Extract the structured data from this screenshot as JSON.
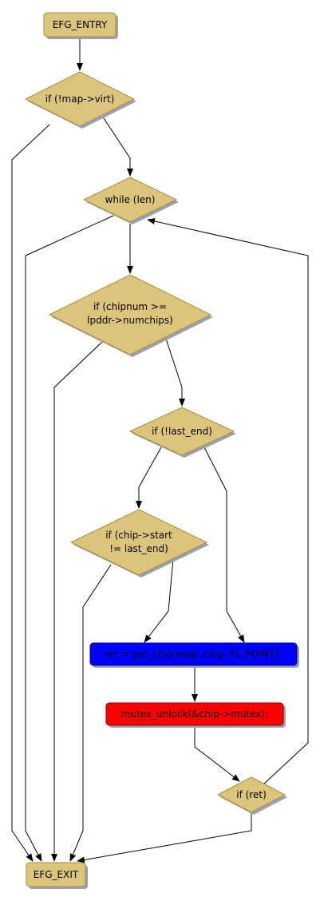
{
  "colors": {
    "decision_fill": "#dcc57a",
    "decision_stroke": "#a88f3c",
    "terminal_fill": "#dcc57a",
    "block_blue": "#0000ff",
    "block_red": "#ff0000",
    "edge": "#000000"
  },
  "nodes": {
    "efg_entry": {
      "label": "EFG_ENTRY"
    },
    "if_map_virt": {
      "label": "if (!map->virt)"
    },
    "while_len": {
      "label": "while (len)"
    },
    "if_chipnum": {
      "line1": "if (chipnum >=",
      "line2": "lpddr->numchips)"
    },
    "if_last_end": {
      "label": "if (!last_end)"
    },
    "if_chip_start": {
      "line1": "if (chip->start",
      "line2": "!= last_end)"
    },
    "get_chip": {
      "label": "ret = get_chip(map, chip, FL_POINT);"
    },
    "mutex_unlock": {
      "label": "mutex_unlock(&chip->mutex);"
    },
    "if_ret": {
      "label": "if (ret)"
    },
    "efg_exit": {
      "label": "EFG_EXIT"
    }
  }
}
